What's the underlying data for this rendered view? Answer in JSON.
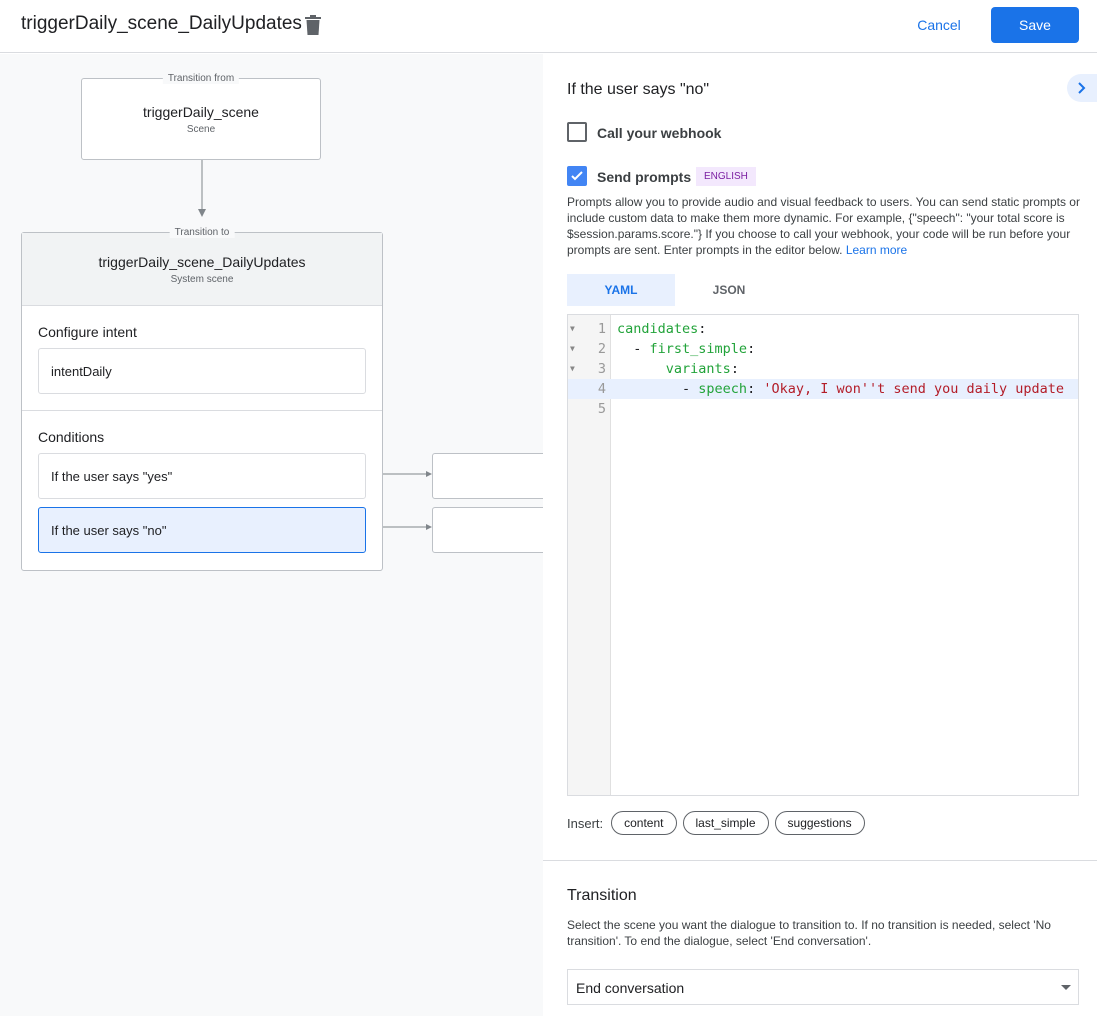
{
  "header": {
    "title": "triggerDaily_scene_DailyUpdates",
    "cancel": "Cancel",
    "save": "Save"
  },
  "canvas": {
    "from": {
      "label": "Transition from",
      "name": "triggerDaily_scene",
      "type": "Scene"
    },
    "to": {
      "label": "Transition to",
      "name": "triggerDaily_scene_DailyUpdates",
      "type": "System scene"
    },
    "intent_heading": "Configure intent",
    "intent": "intentDaily",
    "conditions_heading": "Conditions",
    "conditions": [
      "If the user says \"yes\"",
      "If the user says \"no\""
    ]
  },
  "panel": {
    "title": "If the user says \"no\"",
    "webhook": {
      "label": "Call your webhook",
      "checked": false
    },
    "prompts": {
      "label": "Send prompts",
      "checked": true,
      "badge": "ENGLISH",
      "description": "Prompts allow you to provide audio and visual feedback to users. You can send static prompts or include custom data to make them more dynamic. For example, {\"speech\": \"your total score is $session.params.score.\"} If you choose to call your webhook, your code will be run before your prompts are sent. Enter prompts in the editor below.",
      "learn_more": "Learn more"
    },
    "tabs": [
      "YAML",
      "JSON"
    ],
    "active_tab": "YAML",
    "code_lines": [
      {
        "n": "1",
        "indent": "",
        "key": "candidates",
        "sep": ":",
        "val": ""
      },
      {
        "n": "2",
        "indent": "  - ",
        "key": "first_simple",
        "sep": ":",
        "val": ""
      },
      {
        "n": "3",
        "indent": "      ",
        "key": "variants",
        "sep": ":",
        "val": ""
      },
      {
        "n": "4",
        "indent": "        - ",
        "key": "speech",
        "sep": ": ",
        "val": "'Okay, I won''t send you daily update"
      },
      {
        "n": "5",
        "indent": "",
        "key": "",
        "sep": "",
        "val": ""
      }
    ],
    "insert_label": "Insert:",
    "insert_chips": [
      "content",
      "last_simple",
      "suggestions"
    ],
    "transition": {
      "heading": "Transition",
      "description": "Select the scene you want the dialogue to transition to. If no transition is needed, select 'No transition'. To end the dialogue, select 'End conversation'.",
      "selected": "End conversation"
    }
  },
  "colors": {
    "accent": "#1a73e8",
    "code_key": "#22a33a",
    "code_string": "#b31d28",
    "badge_bg": "#f3e8fd",
    "badge_text": "#7b1fa2"
  }
}
